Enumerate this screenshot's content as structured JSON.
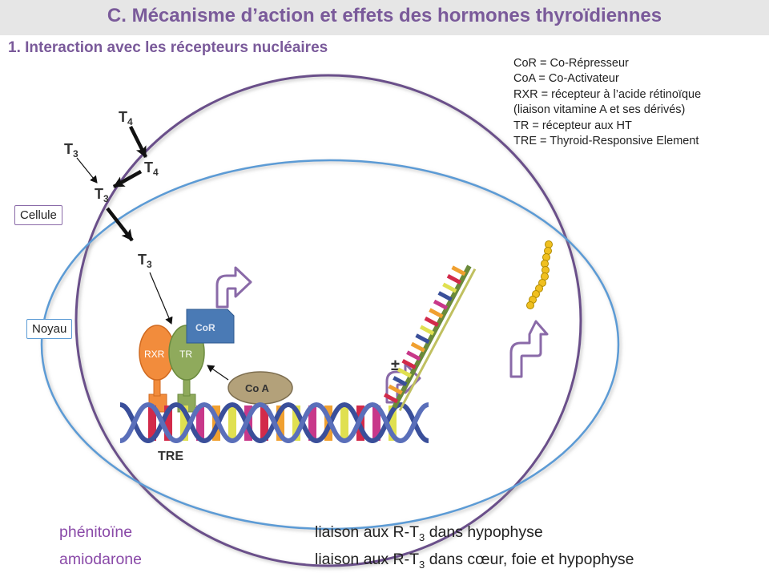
{
  "title": "C. Mécanisme d’action et effets des hormones thyroïdiennes",
  "subtitle": "1. Interaction avec les récepteurs nucléaires",
  "legend": [
    "CoR = Co-Répresseur",
    "CoA = Co-Activateur",
    "RXR = récepteur à l’acide rétinoïque",
    "(liaison vitamine A et ses dérivés)",
    "TR = récepteur aux HT",
    "TRE = Thyroid-Responsive Element"
  ],
  "labels": {
    "cellule": "Cellule",
    "noyau": "Noyau",
    "cor": "CoR",
    "coa": "Co A",
    "rxr": "RXR",
    "tr": "TR",
    "tre": "TRE",
    "plusminus": "±",
    "hormone_t": "T",
    "t4_sub": "4",
    "t3_sub": "3"
  },
  "drugs": [
    {
      "name": "phénitoïne",
      "effect_pre": "liaison aux R-T",
      "effect_sub": "3",
      "effect_post": " dans hypophyse"
    },
    {
      "name": "amiodarone",
      "effect_pre": "liaison aux R-T",
      "effect_sub": "3",
      "effect_post": " dans cœur, foie et hypophyse"
    }
  ],
  "colors": {
    "title": "#7a5a9a",
    "cell_membrane": "#6b4f8a",
    "nucleus_membrane": "#5b9bd5",
    "rxr": "#f28c3c",
    "tr": "#8faa5c",
    "cor": "#4a7ab5",
    "coa": "#b3a17a",
    "arrow_box": "#8a6aa8",
    "dna_strand": "#3a4f9a",
    "protein_bead": "#f0c020"
  }
}
